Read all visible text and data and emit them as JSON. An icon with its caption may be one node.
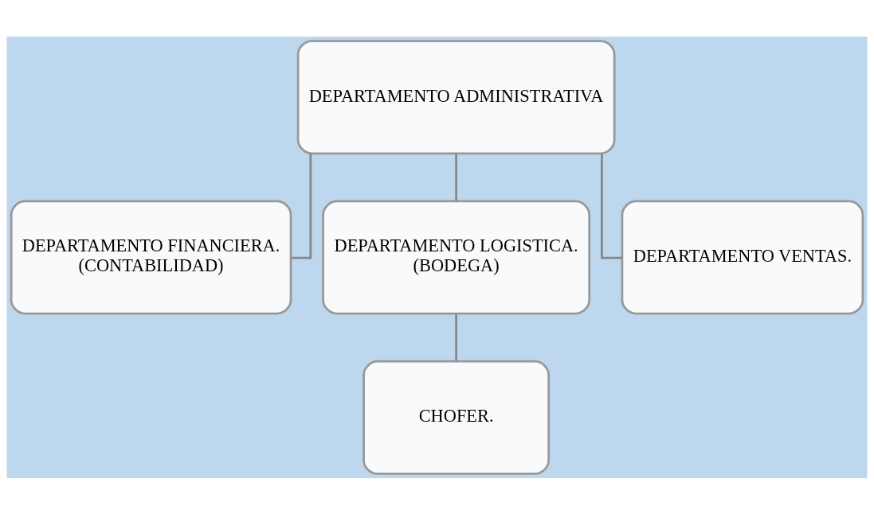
{
  "diagram": {
    "nodes": [
      {
        "text": [
          "DEPARTAMENTO ADMINISTRATIVA"
        ]
      },
      {
        "text": [
          "DEPARTAMENTO FINANCIERA.",
          "(CONTABILIDAD)"
        ]
      },
      {
        "text": [
          "DEPARTAMENTO LOGISTICA.",
          "(BODEGA)"
        ]
      },
      {
        "text": [
          "DEPARTAMENTO VENTAS."
        ]
      },
      {
        "text": [
          "CHOFER."
        ]
      }
    ],
    "edges": [
      {
        "from": 0,
        "to": 1,
        "arrow": "none"
      },
      {
        "from": 0,
        "to": 2,
        "arrow": "none"
      },
      {
        "from": 0,
        "to": 3,
        "arrow": "none"
      },
      {
        "from": 2,
        "to": 4,
        "arrow": "none"
      }
    ]
  }
}
